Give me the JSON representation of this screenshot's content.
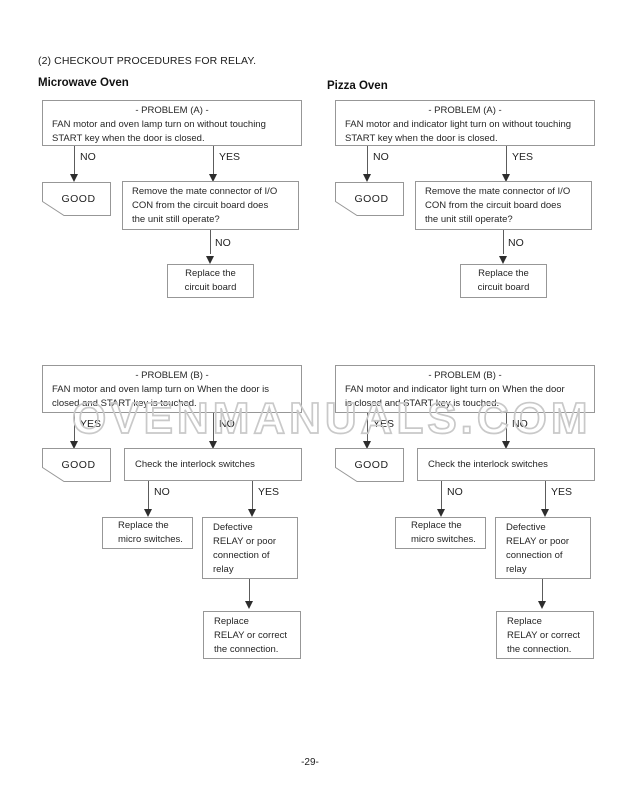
{
  "page": {
    "title": "(2) CHECKOUT PROCEDURES FOR RELAY.",
    "watermark": "OVENMANUALS.COM",
    "page_number": "-29-"
  },
  "columns": [
    {
      "heading": "Microwave Oven",
      "problem_a": {
        "title": "- PROBLEM (A) -",
        "body": "FAN motor and oven lamp turn on without touching\nSTART key when the door is closed.",
        "branch_left_label": "NO",
        "branch_right_label": "YES",
        "good_label": "GOOD",
        "decision_text": "Remove the mate connector of I/O\nCON from the circuit board does\nthe unit still operate?",
        "decision_branch_label": "NO",
        "result_text": "Replace the\ncircuit board"
      },
      "problem_b": {
        "title": "- PROBLEM (B) -",
        "body": "FAN motor and oven lamp turn on When the door is\nclosed and START key is touched.",
        "branch_left_label": "YES",
        "branch_right_label": "NO",
        "good_label": "GOOD",
        "check_text": "Check the interlock switches",
        "check_left_label": "NO",
        "check_right_label": "YES",
        "left_result_text": "Replace the\nmicro switches.",
        "right_result_text": "Defective\nRELAY or poor\nconnection of\nrelay",
        "final_result_text": "Replace\nRELAY or correct\nthe connection."
      }
    },
    {
      "heading": "Pizza Oven",
      "problem_a": {
        "title": "- PROBLEM (A) -",
        "body": "FAN motor and indicator light turn on without touching\nSTART key when the door is closed.",
        "branch_left_label": "NO",
        "branch_right_label": "YES",
        "good_label": "GOOD",
        "decision_text": "Remove the mate connector of I/O\nCON from the circuit board does\nthe unit still operate?",
        "decision_branch_label": "NO",
        "result_text": "Replace the\ncircuit board"
      },
      "problem_b": {
        "title": "- PROBLEM (B) -",
        "body": "FAN motor and indicator light turn on When the door\nis closed and START key is touched.",
        "branch_left_label": "YES",
        "branch_right_label": "NO",
        "good_label": "GOOD",
        "check_text": "Check the interlock switches",
        "check_left_label": "NO",
        "check_right_label": "YES",
        "left_result_text": "Replace the\nmicro switches.",
        "right_result_text": "Defective\nRELAY or poor\nconnection of\nrelay",
        "final_result_text": "Replace\nRELAY or correct\nthe connection."
      }
    }
  ]
}
